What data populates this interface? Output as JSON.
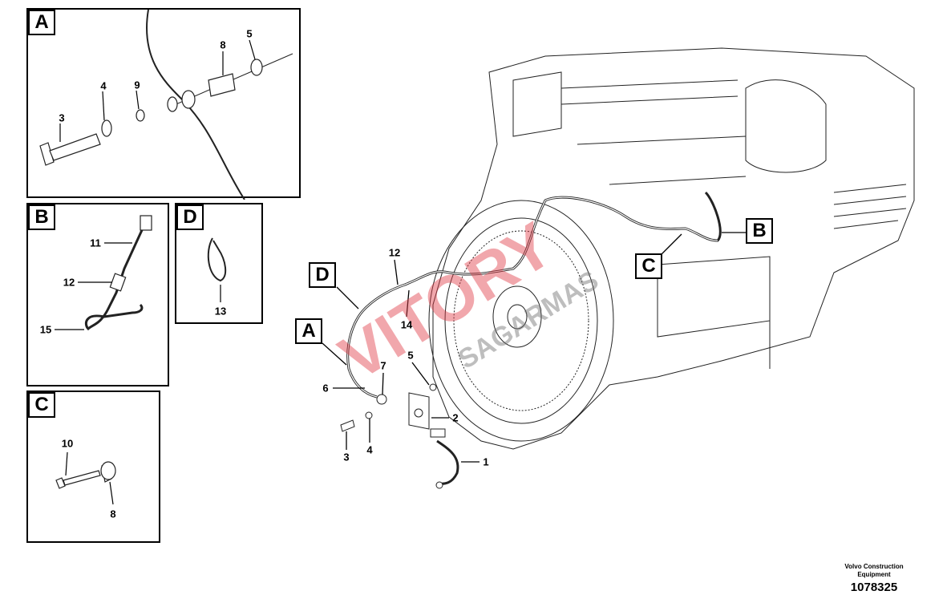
{
  "panels": {
    "A": {
      "label": "A",
      "callouts": [
        "3",
        "4",
        "9",
        "8",
        "5"
      ]
    },
    "B": {
      "label": "B",
      "callouts": [
        "11",
        "12",
        "15"
      ]
    },
    "C": {
      "label": "C",
      "callouts": [
        "10",
        "8"
      ]
    },
    "D": {
      "label": "D",
      "callouts": [
        "13"
      ]
    }
  },
  "main": {
    "view_tags": [
      "D",
      "A",
      "C",
      "B"
    ],
    "callouts": [
      "12",
      "14",
      "5",
      "7",
      "6",
      "2",
      "3",
      "4",
      "1"
    ]
  },
  "footer": {
    "company_line1": "Volvo Construction",
    "company_line2": "Equipment",
    "drawing_number": "1078325"
  },
  "watermark": {
    "line1": "VITORY",
    "line2": "SAGARMAS"
  },
  "colors": {
    "line": "#000000",
    "watermark": "#e13c46"
  }
}
